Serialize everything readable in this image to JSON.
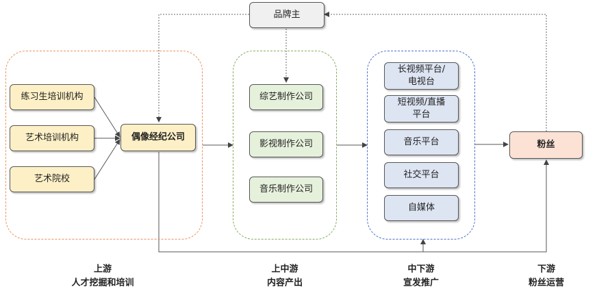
{
  "brand": {
    "label": "品牌主"
  },
  "upstream": {
    "sources": [
      {
        "label": "练习生培训机构"
      },
      {
        "label": "艺术培训机构"
      },
      {
        "label": "艺术院校"
      }
    ],
    "agency": {
      "label": "偶像经纪公司"
    }
  },
  "midstream": {
    "producers": [
      {
        "label": "综艺制作公司"
      },
      {
        "label": "影视制作公司"
      },
      {
        "label": "音乐制作公司"
      }
    ]
  },
  "downstream_platforms": [
    {
      "label": "长视频平台/电视台"
    },
    {
      "label": "短视频/直播平台"
    },
    {
      "label": "音乐平台"
    },
    {
      "label": "社交平台"
    },
    {
      "label": "自媒体"
    }
  ],
  "fans": {
    "label": "粉丝"
  },
  "stages": [
    {
      "name": "上游",
      "desc": "人才挖掘和培训"
    },
    {
      "name": "上中游",
      "desc": "内容产出"
    },
    {
      "name": "中下游",
      "desc": "宣发推广"
    },
    {
      "name": "下游",
      "desc": "粉丝运营"
    }
  ]
}
